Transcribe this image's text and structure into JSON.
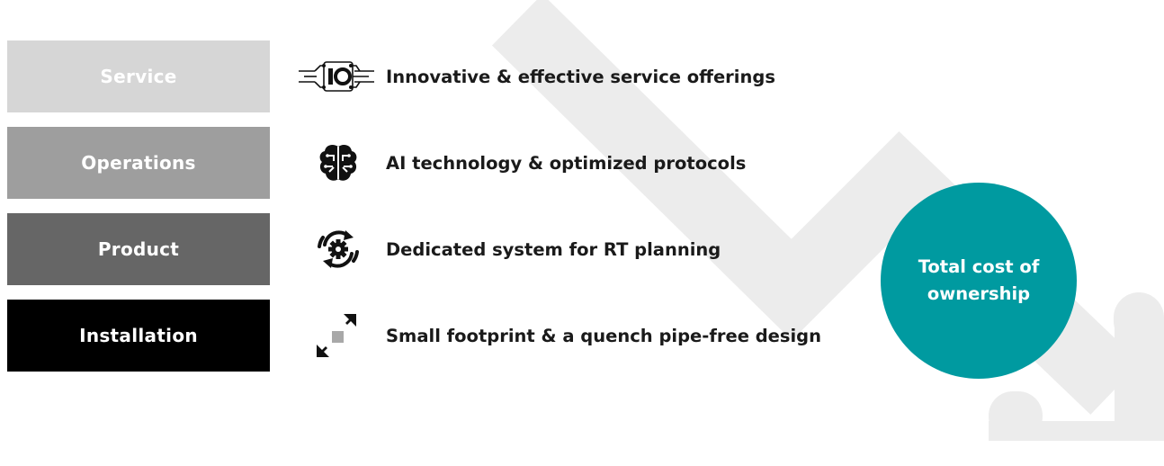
{
  "rows": [
    {
      "category": "Service",
      "description": "Innovative & effective service offerings",
      "box_color": "#d6d6d6",
      "text_color": "#ffffff",
      "icon": "circuit-chip-icon"
    },
    {
      "category": "Operations",
      "description": "AI technology & optimized protocols",
      "box_color": "#9e9e9e",
      "text_color": "#ffffff",
      "icon": "brain-icon"
    },
    {
      "category": "Product",
      "description": "Dedicated system for RT planning",
      "box_color": "#666666",
      "text_color": "#ffffff",
      "icon": "gear-cycle-icon"
    },
    {
      "category": "Installation",
      "description": "Small footprint & a quench pipe-free design",
      "box_color": "#000000",
      "text_color": "#ffffff",
      "icon": "compress-arrows-icon"
    }
  ],
  "tco": {
    "text": "Total cost of ownership",
    "color": "#009aa0"
  },
  "arrow_color": "#ececec"
}
